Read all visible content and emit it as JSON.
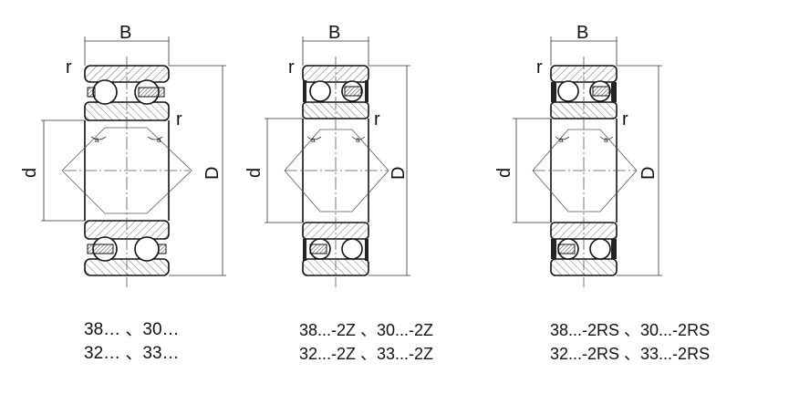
{
  "dimension_labels": {
    "width": "B",
    "radius": "r",
    "bore": "d",
    "outer": "D",
    "angle": "a"
  },
  "bearing_views": [
    {
      "variant": "open",
      "captions": [
        "38… 、30…",
        "32… 、33…"
      ]
    },
    {
      "variant": "shielded",
      "captions": [
        "38...-2Z 、30...-2Z",
        "32...-2Z 、33...-2Z"
      ]
    },
    {
      "variant": "sealed",
      "captions": [
        "38...-2RS 、30...-2RS",
        "32...-2RS 、33...-2RS"
      ]
    }
  ]
}
